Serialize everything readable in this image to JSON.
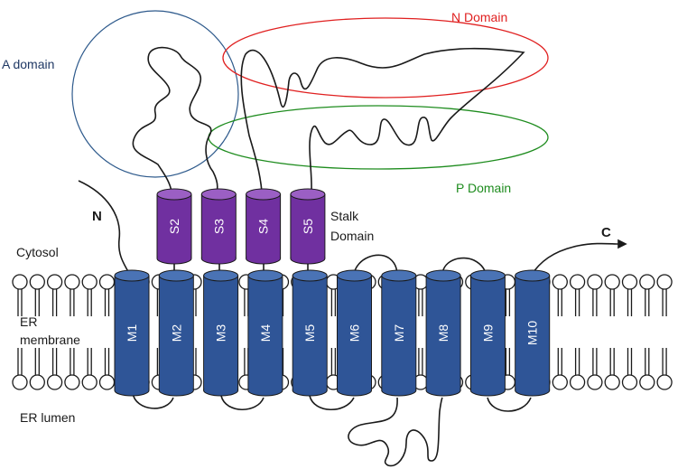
{
  "labels": {
    "a_domain": "A domain",
    "n_domain": "N Domain",
    "p_domain": "P Domain",
    "stalk_line1": "Stalk",
    "stalk_line2": "Domain",
    "n_terminus": "N",
    "c_terminus": "C",
    "cytosol": "Cytosol",
    "er_membrane_line1": "ER",
    "er_membrane_line2": "membrane",
    "er_lumen": "ER lumen"
  },
  "membrane_helices": [
    "M1",
    "M2",
    "M3",
    "M4",
    "M5",
    "M6",
    "M7",
    "M8",
    "M9",
    "M10"
  ],
  "stalk_helices": [
    "S2",
    "S3",
    "S4",
    "S5"
  ],
  "colors": {
    "membrane_helix": "#2f5597",
    "membrane_helix_cap": "#4a73b5",
    "stalk_helix": "#7030a0",
    "stalk_helix_cap": "#9b5fc4",
    "a_domain": "#2e5a8c",
    "a_domain_label": "#1f3864",
    "n_domain": "#e02020",
    "p_domain": "#1e8c1e",
    "line": "#1a1a1a"
  }
}
